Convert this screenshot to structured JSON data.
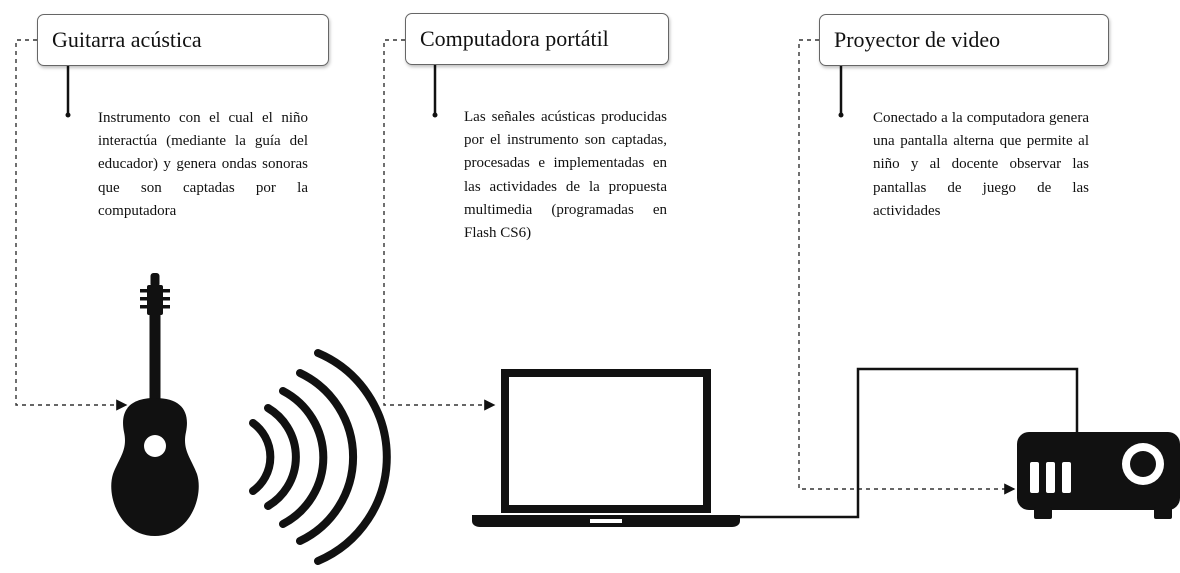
{
  "nodes": [
    {
      "title": "Guitarra acústica",
      "description": "Instrumento con el cual el niño interactúa (mediante la guía del educador) y genera ondas sonoras que son captadas por la computadora",
      "icon": "guitar-icon"
    },
    {
      "title": "Computadora portátil",
      "description": "Las señales acústicas producidas por el instrumento son captadas, procesadas e implementadas en las actividades de la propuesta multimedia (programadas en Flash CS6)",
      "icon": "laptop-icon"
    },
    {
      "title": "Proyector de video",
      "description": "Conectado a la computadora genera una pantalla alterna que permite al niño y al docente observar las pantallas de juego de las actividades",
      "icon": "projector-icon"
    }
  ],
  "colors": {
    "line": "#111111",
    "box_border": "#666666",
    "background": "#ffffff"
  }
}
